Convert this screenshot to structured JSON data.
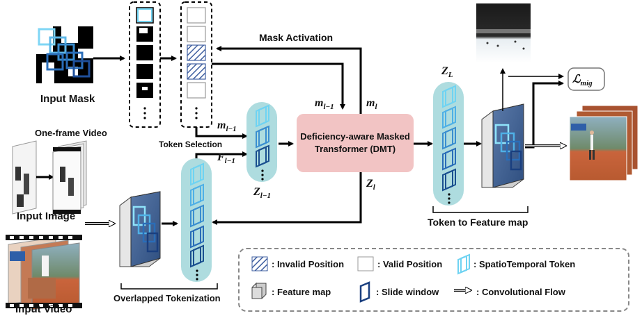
{
  "labels": {
    "input_mask": "Input Mask",
    "one_frame_video": "One-frame Video",
    "input_image": "Input Image",
    "input_video": "Input Video",
    "mask_activation": "Mask Activation",
    "token_selection": "Token Selection",
    "overlapped_tokenization": "Overlapped Tokenization",
    "token_to_feature_map": "Token to Feature map",
    "dmt_line1": "Deficiency-aware Masked",
    "dmt_line2": "Transformer (DMT)"
  },
  "math": {
    "m_prev": "m",
    "m_prev_sub": "l−1",
    "m_cur": "m",
    "m_cur_sub": "l",
    "F_prev": "F",
    "F_prev_sub": "l−1",
    "Z_prev": "Z",
    "Z_prev_sub": "l−1",
    "Z_cur": "Z",
    "Z_cur_sub": "l",
    "Z_L": "Z",
    "Z_L_sub": "L",
    "L_mig": "ℒ",
    "L_mig_sub": "mig"
  },
  "legend": [
    {
      "icon": "hatched-square-icon",
      "text": ": Invalid Position"
    },
    {
      "icon": "blank-square-icon",
      "text": ": Valid Position"
    },
    {
      "icon": "spatiotemporal-token-icon",
      "text": ": SpatioTemporal Token"
    },
    {
      "icon": "cube-icon",
      "text": ": Feature map"
    },
    {
      "icon": "slide-window-icon",
      "text": ": Slide window"
    },
    {
      "icon": "double-arrow-icon",
      "text": ": Convolutional Flow"
    }
  ],
  "colors": {
    "dmt_fill": "#f2c4c4",
    "token_column": "#aedcdf",
    "token_light": "#6fd3f2",
    "token_dark": "#1a4f8f",
    "hatch": "#3f5fa0"
  }
}
